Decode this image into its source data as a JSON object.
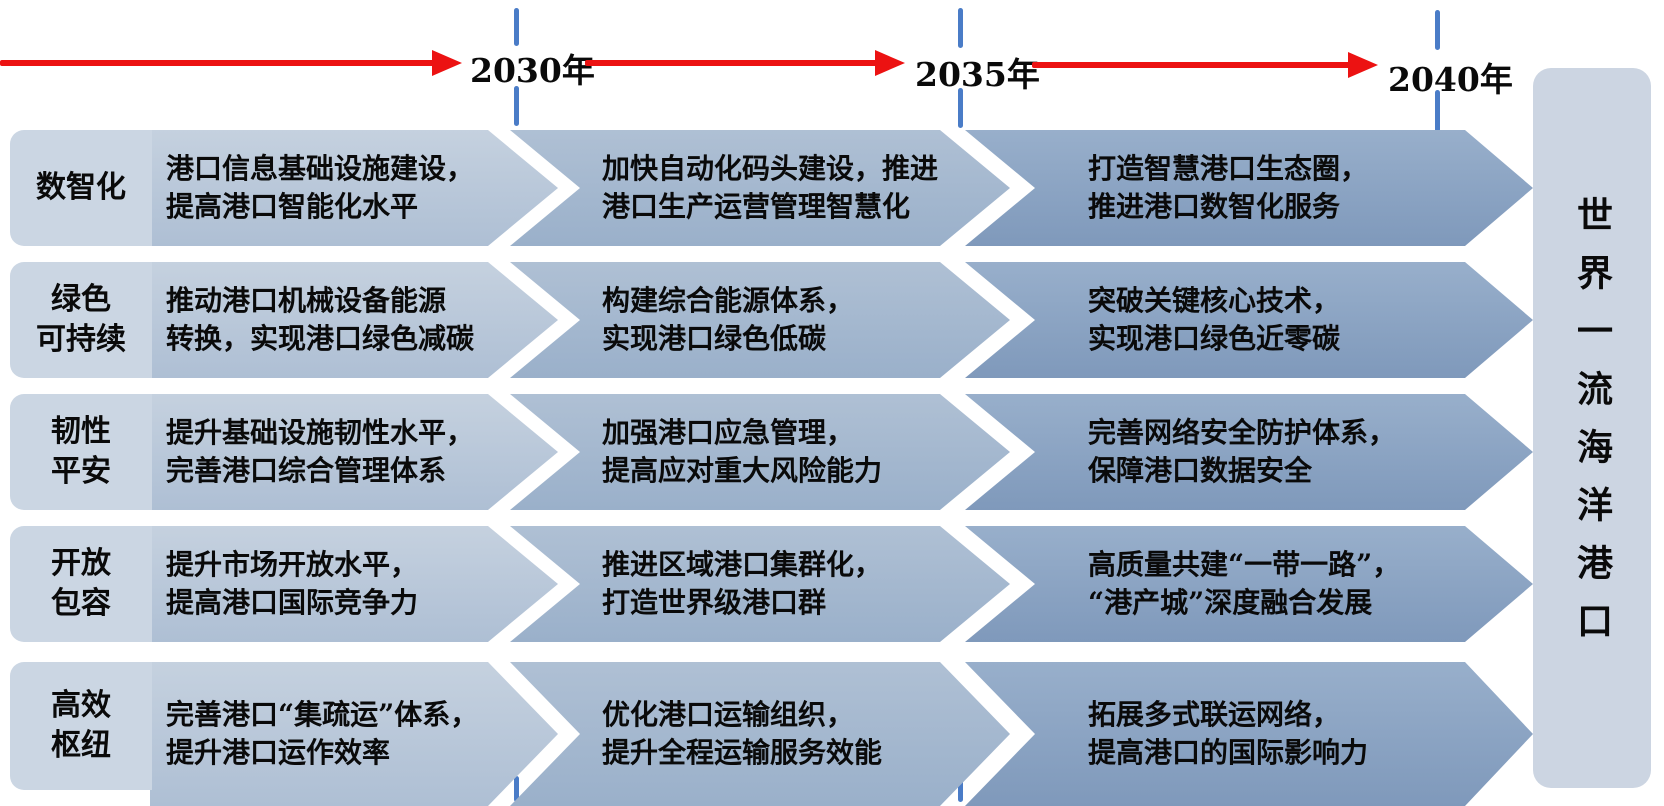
{
  "diagram": {
    "title_semantic": "港口发展路线图",
    "timeline": {
      "years": [
        "2030年",
        "2035年",
        "2040年"
      ]
    },
    "rows": [
      {
        "label_lines": [
          "数智化"
        ],
        "phases": [
          {
            "line1": "港口信息基础设施建设，",
            "line2": "提高港口智能化水平"
          },
          {
            "line1": "加快自动化码头建设，推进",
            "line2": "港口生产运营管理智慧化"
          },
          {
            "line1": "打造智慧港口生态圈，",
            "line2": "推进港口数智化服务"
          }
        ]
      },
      {
        "label_lines": [
          "绿色",
          "可持续"
        ],
        "phases": [
          {
            "line1": "推动港口机械设备能源",
            "line2": "转换，实现港口绿色减碳"
          },
          {
            "line1": "构建综合能源体系，",
            "line2": "实现港口绿色低碳"
          },
          {
            "line1": "突破关键核心技术，",
            "line2": "实现港口绿色近零碳"
          }
        ]
      },
      {
        "label_lines": [
          "韧性",
          "平安"
        ],
        "phases": [
          {
            "line1": "提升基础设施韧性水平，",
            "line2": "完善港口综合管理体系"
          },
          {
            "line1": "加强港口应急管理，",
            "line2": "提高应对重大风险能力"
          },
          {
            "line1": "完善网络安全防护体系，",
            "line2": "保障港口数据安全"
          }
        ]
      },
      {
        "label_lines": [
          "开放",
          "包容"
        ],
        "phases": [
          {
            "line1": "提升市场开放水平，",
            "line2": "提高港口国际竞争力"
          },
          {
            "line1": "推进区域港口集群化，",
            "line2": "打造世界级港口群"
          },
          {
            "line1": "高质量共建“一带一路”，",
            "line2": "“港产城”深度融合发展"
          }
        ]
      },
      {
        "label_lines": [
          "高效",
          "枢纽"
        ],
        "phases": [
          {
            "line1": "完善港口“集疏运”体系，",
            "line2": "提升港口运作效率"
          },
          {
            "line1": "优化港口运输组织，",
            "line2": "提升全程运输服务效能"
          },
          {
            "line1": "拓展多式联运网络，",
            "line2": "提高港口的国际影响力"
          }
        ]
      }
    ],
    "goal": {
      "text": "世界一流海洋港口"
    },
    "colors": {
      "timeline_arrow": "#ec1212",
      "year_tick_dash": "#4a7cc7",
      "label_box": "#cbd6e3",
      "band_phase1": "#bac8da",
      "band_phase2": "#a6b8ce",
      "band_phase3": "#8da5c3",
      "goal_bar": "#ccd5e2",
      "text": "#0a0a0a"
    }
  }
}
